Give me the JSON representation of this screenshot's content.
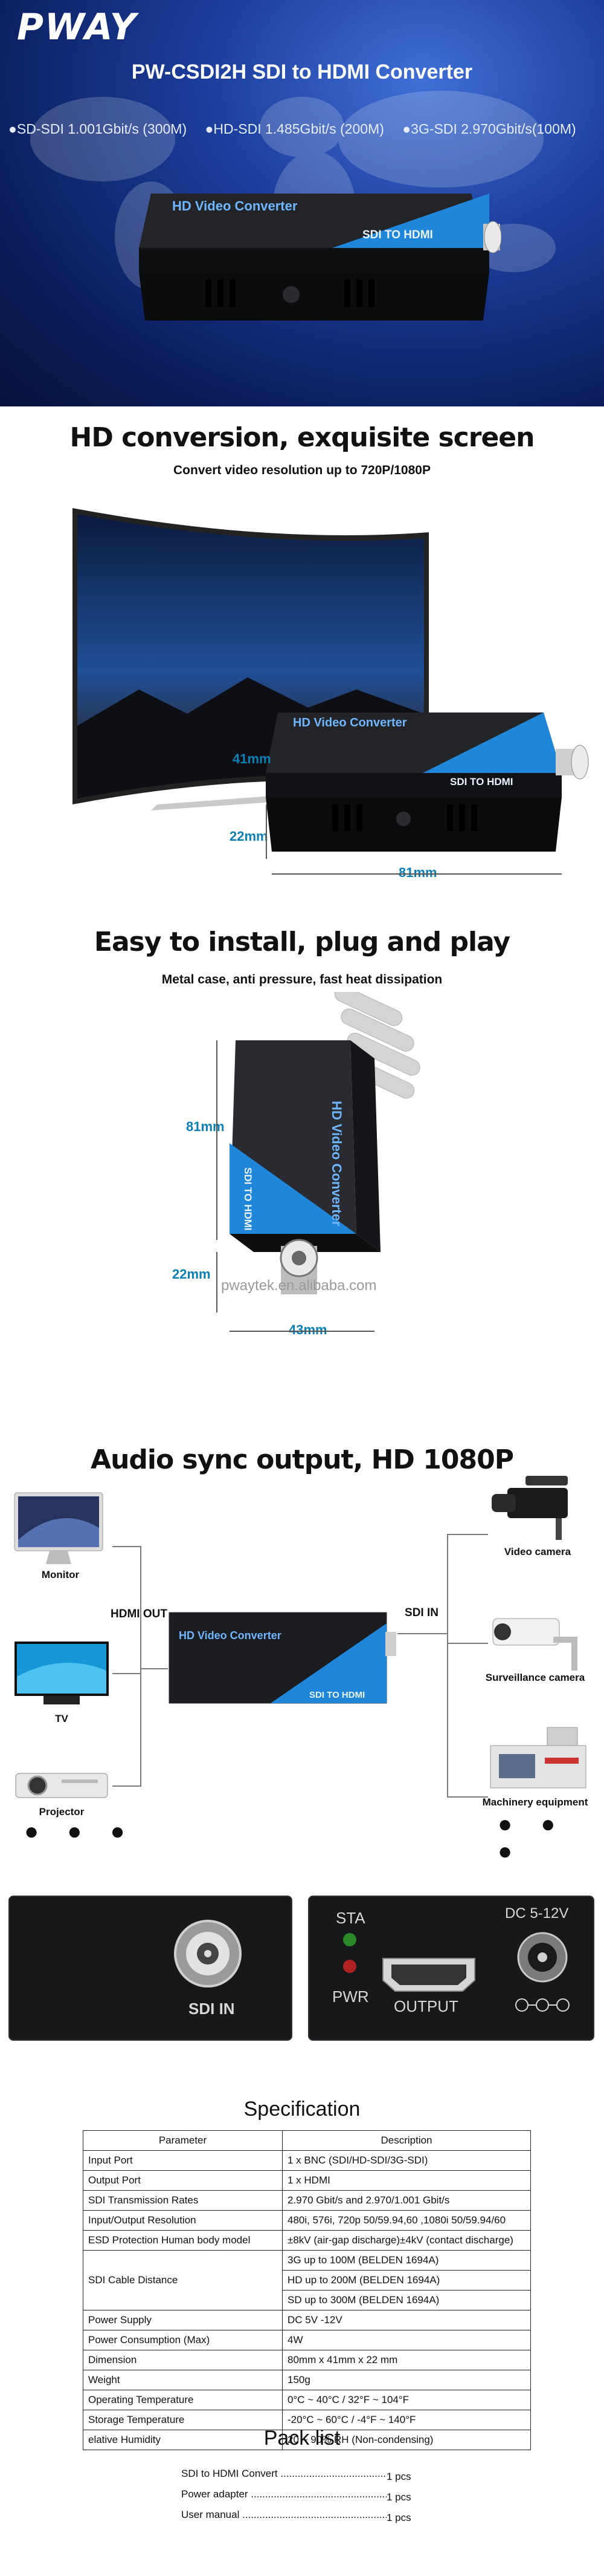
{
  "hero": {
    "brand": "PWAY",
    "title": "PW-CSDI2H  SDI to HDMI Converter",
    "rates": [
      "●SD-SDI 1.001Gbit/s (300M)",
      "●HD-SDI 1.485Gbit/s (200M)",
      "●3G-SDI 2.970Gbit/s(100M)"
    ],
    "device_label": "HD Video Converter",
    "device_sublabel": "SDI TO HDMI"
  },
  "section_conversion": {
    "title": "HD conversion, exquisite screen",
    "subtitle": "Convert video resolution up to 720P/1080P",
    "device_label": "HD Video Converter",
    "device_sublabel": "SDI TO HDMI",
    "dim_height": "41mm",
    "dim_depth": "22mm",
    "dim_length": "81mm"
  },
  "section_install": {
    "title": "Easy to install, plug and play",
    "subtitle": "Metal case, anti pressure, fast heat dissipation",
    "device_label": "HD Video Converter",
    "device_sublabel": "SDI TO HDMI",
    "dim_length": "81mm",
    "dim_depth": "22mm",
    "dim_width": "43mm",
    "watermark": "pwaytek.en.alibaba.com"
  },
  "section_audio": {
    "title": "Audio sync output, HD 1080P",
    "left_nodes": [
      "Monitor",
      "TV",
      "Projector"
    ],
    "right_nodes": [
      "Video camera",
      "Surveillance camera",
      "Machinery equipment"
    ],
    "hdmi_out": "HDMI OUT",
    "sdi_in": "SDI IN",
    "device_label": "HD Video Converter",
    "device_sublabel": "SDI TO HDMI",
    "dots": "● ● ●"
  },
  "ports": {
    "sdi_in": "SDI IN",
    "sta": "STA",
    "pwr": "PWR",
    "output": "OUTPUT",
    "dc": "DC 5-12V"
  },
  "spec": {
    "heading": "Specification",
    "col_param": "Parameter",
    "col_desc": "Description",
    "rows": [
      {
        "k": "Input Port",
        "v": [
          "1 x BNC (SDI/HD-SDI/3G-SDI)"
        ]
      },
      {
        "k": "Output Port",
        "v": [
          "1 x HDMI"
        ]
      },
      {
        "k": "SDI Transmission Rates",
        "v": [
          "2.970 Gbit/s and 2.970/1.001 Gbit/s"
        ]
      },
      {
        "k": "Input/Output Resolution",
        "v": [
          "480i, 576i, 720p 50/59.94,60 ,1080i 50/59.94/60"
        ]
      },
      {
        "k": "ESD Protection Human body model",
        "v": [
          "±8kV (air-gap discharge)±4kV (contact discharge)"
        ]
      },
      {
        "k": "SDI Cable Distance",
        "v": [
          "3G up to 100M (BELDEN 1694A)",
          "HD up to 200M (BELDEN 1694A)",
          "SD up to 300M (BELDEN 1694A)"
        ]
      },
      {
        "k": "Power Supply",
        "v": [
          "DC 5V -12V"
        ]
      },
      {
        "k": "Power Consumption (Max)",
        "v": [
          "4W"
        ]
      },
      {
        "k": "Dimension",
        "v": [
          "80mm x 41mm x 22 mm"
        ]
      },
      {
        "k": "Weight",
        "v": [
          "150g"
        ]
      },
      {
        "k": "Operating Temperature",
        "v": [
          "0°C ~ 40°C / 32°F ~ 104°F"
        ]
      },
      {
        "k": "Storage Temperature",
        "v": [
          "-20°C ~ 60°C / -4°F ~ 140°F"
        ]
      },
      {
        "k": "elative Humidity",
        "v": [
          "20 ~ 90% RH (Non-condensing)"
        ]
      }
    ]
  },
  "pack": {
    "heading": "Pack list",
    "items": [
      {
        "name": "SDI to HDMI Convert",
        "qty": "1 pcs"
      },
      {
        "name": "Power adapter",
        "qty": "1 pcs"
      },
      {
        "name": "User manual",
        "qty": "1 pcs"
      }
    ]
  },
  "colors": {
    "accent_blue": "#1f86d9",
    "device_dark": "#1f2024",
    "hero_bg": "#1d3f9e"
  }
}
